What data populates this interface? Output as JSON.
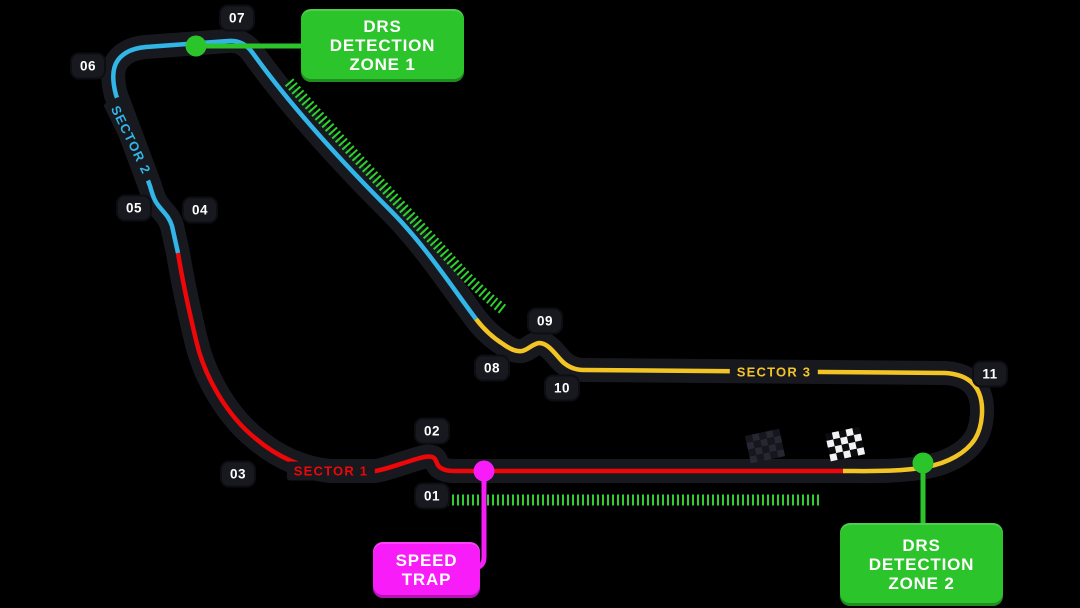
{
  "colors": {
    "background": "#000000",
    "track_band": "#18181f",
    "sector1_red": "#ee0708",
    "sector2_cyan": "#31b6e7",
    "sector3_yellow": "#f3c524",
    "drs_green": "#2bc42b",
    "speed_trap_magenta": "#f81cf8",
    "label_text": "#ffffff"
  },
  "turn_markers": [
    "01",
    "02",
    "03",
    "04",
    "05",
    "06",
    "07",
    "08",
    "09",
    "10",
    "11"
  ],
  "sector_labels": {
    "sector1": "SECTOR 1",
    "sector2": "SECTOR 2",
    "sector3": "SECTOR 3"
  },
  "callouts": {
    "drs_zone_1": {
      "line1": "DRS",
      "line2": "DETECTION",
      "line3": "ZONE 1"
    },
    "drs_zone_2": {
      "line1": "DRS",
      "line2": "DETECTION",
      "line3": "ZONE 2"
    },
    "speed_trap": {
      "line1": "SPEED",
      "line2": "TRAP"
    }
  },
  "icons": {
    "start_finish": "checkered-flag-icon",
    "drs_detection_point_1": "green-dot-icon",
    "drs_detection_point_2": "green-dot-icon",
    "speed_trap_point": "magenta-dot-icon"
  }
}
